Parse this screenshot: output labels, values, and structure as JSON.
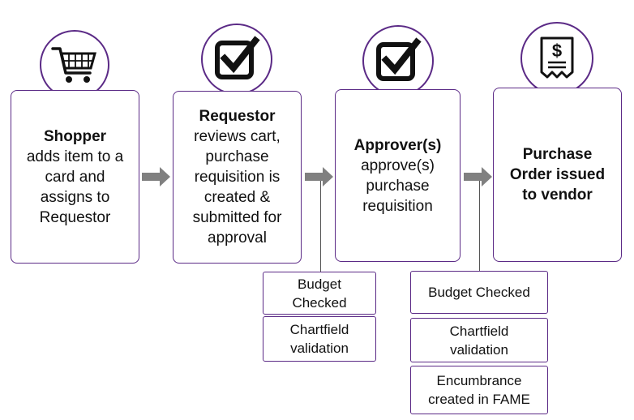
{
  "steps": [
    {
      "bold": "Shopper",
      "text": [
        "adds item to a",
        "card and",
        "assigns to",
        "Requestor"
      ]
    },
    {
      "bold": "Requestor",
      "text": [
        "reviews cart,",
        "purchase",
        "requisition is",
        "created &",
        "submitted for",
        "approval"
      ]
    },
    {
      "bold": "Approver(s)",
      "text": [
        "approve(s)",
        "purchase",
        "requisition"
      ]
    },
    {
      "bold_lines": [
        "Purchase",
        "Order issued",
        "to vendor"
      ]
    }
  ],
  "checks_after_requestor": [
    [
      "Budget",
      "Checked"
    ],
    [
      "Chartfield",
      "validation"
    ]
  ],
  "checks_after_approver": [
    [
      "Budget Checked"
    ],
    [
      "Chartfield",
      "validation"
    ],
    [
      "Encumbrance",
      "created in FAME"
    ]
  ],
  "icons": [
    "shopping-cart-icon",
    "checkbox-icon",
    "checkbox-icon",
    "receipt-dollar-icon"
  ],
  "colors": {
    "border": "#5b2a86",
    "arrow": "#808080"
  }
}
